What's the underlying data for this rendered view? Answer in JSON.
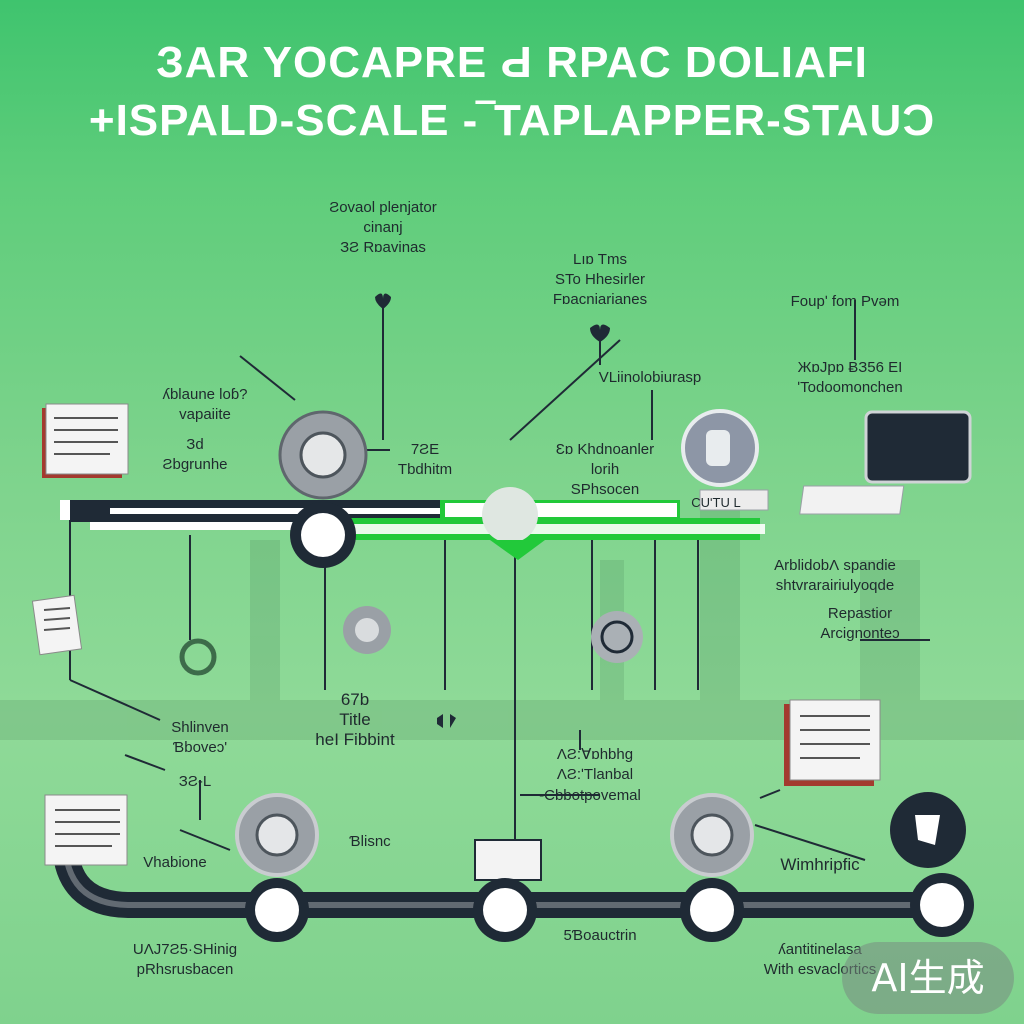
{
  "header": {
    "title_line1": "ЗAR YOCAPRE Ԁ RPAC DOLIAFI",
    "title_line2": "+ISPALD-SCALE -‾TAPLAPPER-STAUƆ"
  },
  "labels": {
    "top_left": [
      "Ƨovaol plenjator",
      "cinanj",
      "ЗƧ Rɒavinas"
    ],
    "top_mid": [
      "Lıɒ Tms",
      "ЅTo Hhesirler",
      "Fɒacniarianes"
    ],
    "top_right": [
      "Foupʹ fom Pvəm"
    ],
    "mid_right_a": [
      "ЖɒJpɒ ɃЗ56 EI",
      "ʹTodoomonchen"
    ],
    "mid_v": [
      "VLiinolobiurasp"
    ],
    "left_a": [
      "ʎblaune loɓ?",
      "vapaiite"
    ],
    "left_b": [
      "Зd",
      "Ƨbgrunhe"
    ],
    "mid_a": [
      "7ƧE",
      "Tbdhitm"
    ],
    "mid_b": [
      "Ɛɒ Khdnoanler",
      "lorih",
      "ЅPhsocen"
    ],
    "mid_cu": [
      "CUʹTU L"
    ],
    "right_b": [
      "ArblidobɅ spandie",
      "shtvrarairiulyoqde"
    ],
    "right_c": [
      "Repastior",
      "Arcignonteɔ"
    ],
    "center": [
      "67b",
      "Title",
      "heI Fibbint"
    ],
    "left_c": [
      "Shlinven",
      "Ɓboveɔ'"
    ],
    "left_d": [
      "ЗƧ-L"
    ],
    "center_b": [
      "ɅƧ:Ɐɒhbhg",
      "ɅƧ:ʹTlanbal"
    ],
    "center_c": [
      "-Cbbotpovemal"
    ],
    "bottom_l": [
      "Vhabione"
    ],
    "bottom_m1": [
      "Ɓlisnc"
    ],
    "bottom_r1": [
      "Wimhripfic"
    ],
    "bottom_m2": [
      "5Ɓoauctrin"
    ],
    "bottom_ll": [
      "UɅJ7Ƨ5·ЅHinig",
      "pRhsrusbacen"
    ],
    "bottom_rr": [
      "ʎantitinelasa",
      "With esvaclortics"
    ]
  },
  "monitor_label": "",
  "watermark": "AI生成",
  "colors": {
    "track_dark": "#1f2a36",
    "track_green": "#22c93a",
    "node_gray": "#9aa0a6",
    "node_white": "#ffffff"
  }
}
